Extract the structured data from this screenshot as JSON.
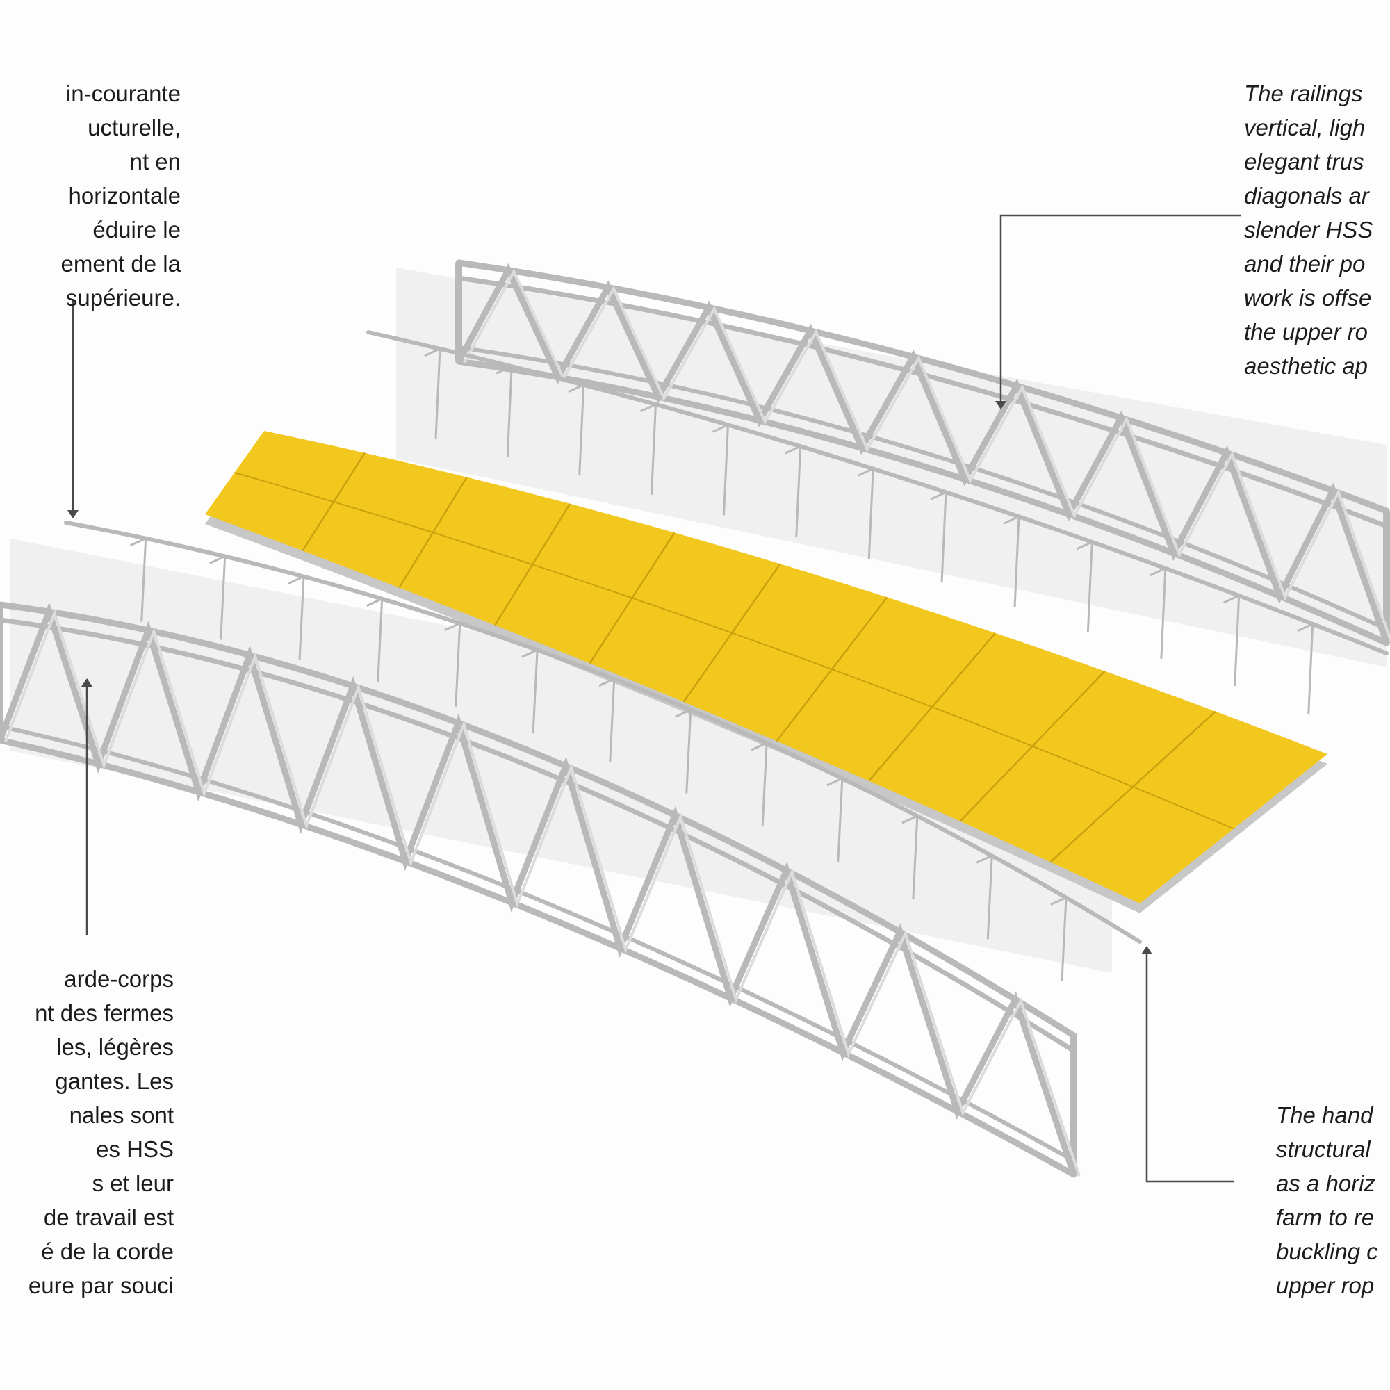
{
  "image": {
    "background": "#fdfdfd"
  },
  "colors": {
    "deck": "#f3c81e",
    "deck_edge": "#c7c7c7",
    "deck_seam": "#caa10d",
    "truss": "#b9b9b9",
    "truss_light": "#dcdcdc",
    "mesh": "#e6e6e6",
    "leader": "#4a4a4a",
    "text": "#1c1c1c"
  },
  "labels": {
    "top_left": {
      "lines": [
        "in-courante",
        "ucturelle,",
        "nt en",
        "horizontale",
        "éduire le",
        "ement de la",
        "supérieure."
      ]
    },
    "bottom_left": {
      "lines": [
        "arde-corps",
        "nt des fermes",
        "les, légères",
        "gantes. Les",
        "nales sont",
        "es HSS",
        "s et leur",
        "de travail est",
        "é de la corde",
        "eure par souci"
      ]
    },
    "top_right": {
      "lines": [
        "The railings",
        "vertical, ligh",
        "elegant trus",
        "diagonals ar",
        "slender HSS",
        "and their po",
        "work is offse",
        "the upper ro",
        "aesthetic ap"
      ]
    },
    "bottom_right": {
      "lines": [
        "The hand",
        "structural",
        "as a horiz",
        "farm to re",
        "buckling c",
        "upper rop"
      ]
    }
  },
  "components": [
    {
      "id": "railing-truss-far",
      "panels": 9
    },
    {
      "id": "handrail-far",
      "posts": 14
    },
    {
      "id": "deck",
      "panels": 10
    },
    {
      "id": "handrail-near",
      "posts": 14
    },
    {
      "id": "railing-truss-near",
      "panels": 10
    }
  ]
}
